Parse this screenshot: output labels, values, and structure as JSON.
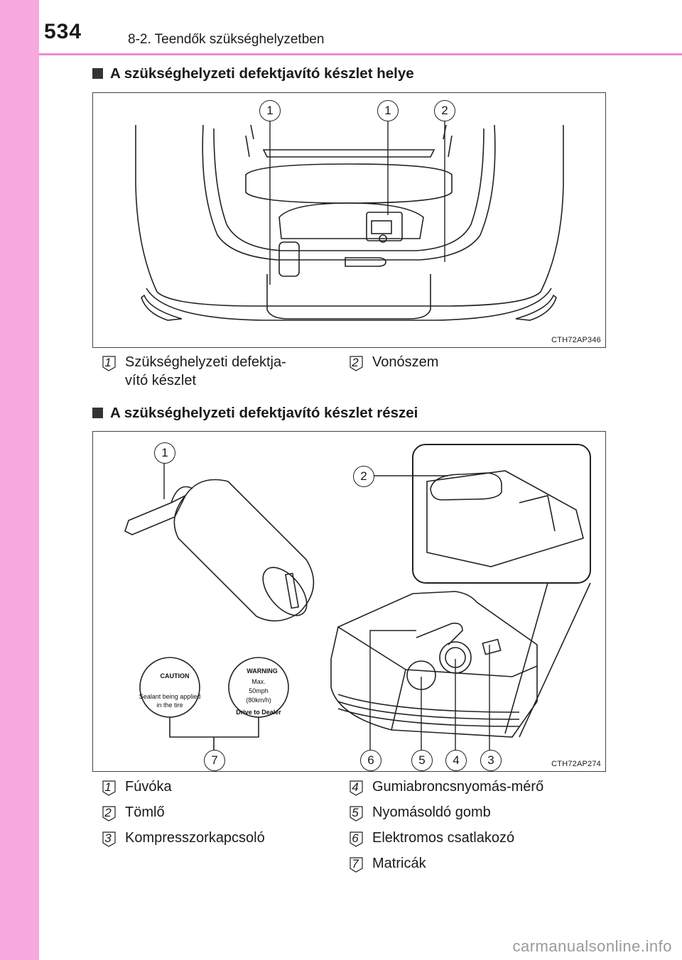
{
  "header": {
    "page_number": "534",
    "chapter": "8-2. Teendők szükséghelyzetben"
  },
  "section1": {
    "title": "A szükséghelyzeti defektjavító készlet helye",
    "figure_code": "CTH72AP346",
    "callouts": [
      "1",
      "1",
      "2"
    ],
    "legend": [
      {
        "num": "1",
        "text_line1": "Szükséghelyzeti defektja-",
        "text_line2": "vító készlet"
      },
      {
        "num": "2",
        "text_line1": "Vonószem",
        "text_line2": ""
      }
    ]
  },
  "section2": {
    "title": "A szükséghelyzeti defektjavító készlet részei",
    "figure_code": "CTH72AP274",
    "callouts": [
      "1",
      "2",
      "3",
      "4",
      "5",
      "6",
      "7"
    ],
    "stickers": {
      "caution_title": "CAUTION",
      "caution_text1": "Sealant being applied",
      "caution_text2": "in the tire",
      "warning_title": "WARNING",
      "warning_max": "Max.",
      "warning_speed": "50mph",
      "warning_kmh": "(80km/h)",
      "warning_bottom": "Drive to Dealer"
    },
    "legend_left": [
      {
        "num": "1",
        "text": "Fúvóka"
      },
      {
        "num": "2",
        "text": "Tömlő"
      },
      {
        "num": "3",
        "text": "Kompresszorkapcsoló"
      }
    ],
    "legend_right": [
      {
        "num": "4",
        "text": "Gumiabroncsnyomás-mérő"
      },
      {
        "num": "5",
        "text": "Nyomásoldó gomb"
      },
      {
        "num": "6",
        "text": "Elektromos csatlakozó"
      },
      {
        "num": "7",
        "text": "Matricák"
      }
    ]
  },
  "watermark": "carmanualsonline.info",
  "colors": {
    "side_strip": "#f7a8dc",
    "header_rule": "#f08ad0"
  }
}
